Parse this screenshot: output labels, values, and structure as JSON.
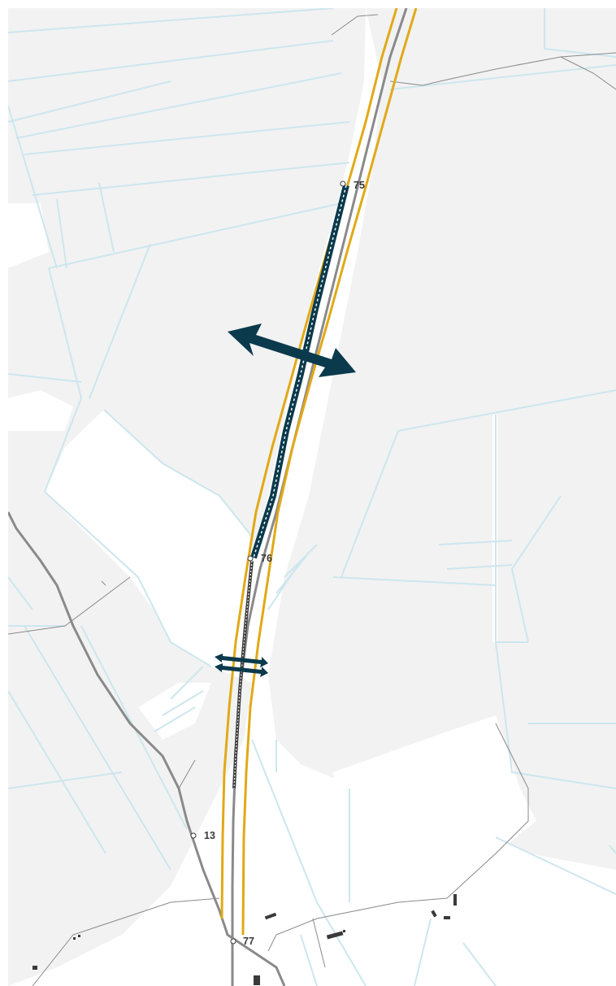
{
  "map": {
    "markers": [
      {
        "id": "75",
        "label": "75"
      },
      {
        "id": "76",
        "label": "76"
      },
      {
        "id": "77",
        "label": "77"
      },
      {
        "id": "13",
        "label": "13"
      }
    ],
    "icons": {
      "large_arrow": "double-arrow-icon",
      "small_arrows": "double-arrow-icon"
    },
    "colors": {
      "land": "#f2f2f2",
      "background": "#ffffff",
      "water": "#cde6ee",
      "road": "#8a8a8a",
      "boundary": "#e2a916",
      "highlight": "#0b3a4c",
      "building": "#3a3a3a"
    }
  }
}
